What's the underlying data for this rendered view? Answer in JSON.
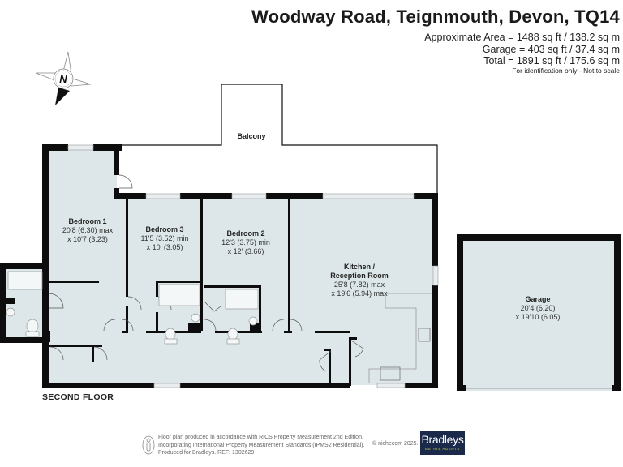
{
  "header": {
    "title": "Woodway Road, Teignmouth, Devon, TQ14",
    "area_lines": [
      "Approximate Area = 1488 sq ft / 138.2 sq m",
      "Garage = 403 sq ft / 37.4 sq m",
      "Total = 1891 sq ft / 175.6 sq m"
    ],
    "note": "For identification only - Not to scale"
  },
  "compass": {
    "icon": "compass-north-icon",
    "label": "N"
  },
  "rooms": [
    {
      "name": "Balcony",
      "dims": []
    },
    {
      "name": "Bedroom 1",
      "dims": [
        "20'8 (6.30) max",
        "x 10'7 (3.23)"
      ]
    },
    {
      "name": "Bedroom 3",
      "dims": [
        "11'5 (3.52) min",
        "x 10' (3.05)"
      ]
    },
    {
      "name": "Bedroom 2",
      "dims": [
        "12'3 (3.75) min",
        "x 12' (3.66)"
      ]
    },
    {
      "name": "Kitchen /",
      "name2": "Reception Room",
      "dims": [
        "25'8 (7.82) max",
        "x 19'6 (5.94) max"
      ]
    },
    {
      "name": "Garage",
      "dims": [
        "20'4 (6.20)",
        "x 19'10 (6.05)"
      ]
    }
  ],
  "floor_label": "SECOND FLOOR",
  "footer": {
    "lines": [
      "Floor plan produced in accordance with RICS Property Measurement 2nd Edition,",
      "Incorporating International Property Measurement Standards (IPMS2 Residential).",
      "Produced for Bradleys.   REF: 1302629"
    ],
    "copyright": "© nichecom 2025.",
    "logo_brand": "Bradleys",
    "logo_sub": "ESTATE AGENTS"
  },
  "colors": {
    "floor_fill": "#dde7ea",
    "wall": "#0d0d0d",
    "logo_bg": "#1b2a4a",
    "logo_accent": "#c9d24a"
  }
}
